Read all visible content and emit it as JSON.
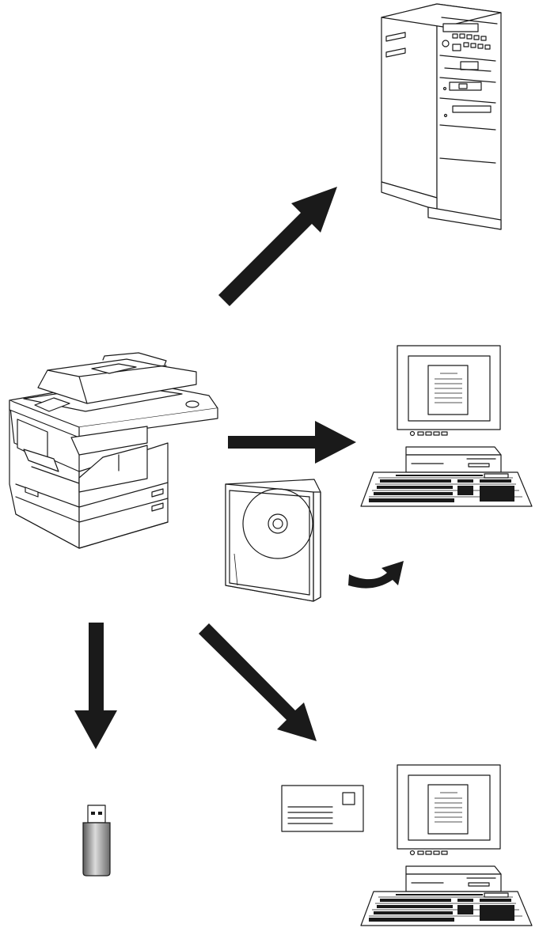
{
  "diagram": {
    "background": "#ffffff",
    "ink_color": "#1a1a1a",
    "nodes": [
      {
        "id": "mfp",
        "icon": "multifunction-copier-icon"
      },
      {
        "id": "server",
        "icon": "tower-server-icon"
      },
      {
        "id": "pc-top",
        "icon": "desktop-computer-icon"
      },
      {
        "id": "cd",
        "icon": "cd-rom-case-icon"
      },
      {
        "id": "usb",
        "icon": "usb-flash-drive-icon"
      },
      {
        "id": "email",
        "icon": "envelope-icon"
      },
      {
        "id": "pc-bottom",
        "icon": "desktop-computer-icon"
      }
    ],
    "edges": [
      {
        "from": "mfp",
        "to": "server",
        "icon": "arrow-up-right-icon"
      },
      {
        "from": "mfp",
        "to": "pc-top",
        "icon": "arrow-right-icon"
      },
      {
        "from": "cd",
        "to": "pc-top",
        "icon": "curved-arrow-icon"
      },
      {
        "from": "mfp",
        "to": "usb",
        "icon": "arrow-down-icon"
      },
      {
        "from": "mfp",
        "to": "pc-bottom",
        "icon": "arrow-down-right-icon"
      }
    ]
  }
}
